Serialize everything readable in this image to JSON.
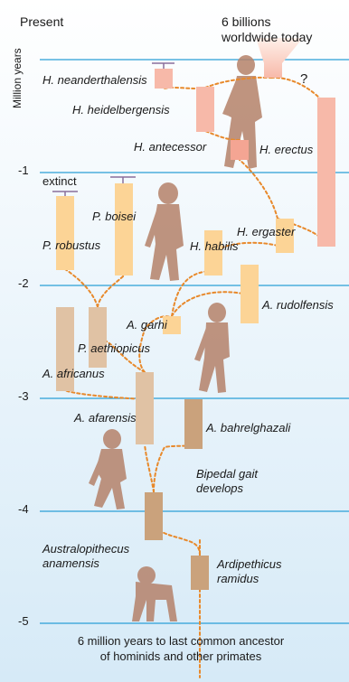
{
  "header": {
    "present_label": "Present",
    "world_pop": "6 billions worldwide today",
    "world_pop_line1": "6 billions",
    "world_pop_line2": "worldwide today",
    "question_mark": "?"
  },
  "axis": {
    "title": "Million years",
    "ticks": [
      "-1",
      "-2",
      "-3",
      "-4",
      "-5"
    ]
  },
  "species": {
    "neanderthalensis": "H. neanderthalensis",
    "heidelbergensis": "H. heidelbergensis",
    "antecessor": "H. antecessor",
    "erectus": "H. erectus",
    "ergaster": "H. ergaster",
    "habilis": "H. habilis",
    "rudolfensis": "A. rudolfensis",
    "garhi": "A. garhi",
    "robustus": "P. robustus",
    "boisei": "P. boisei",
    "aethiopicus": "P. aethiopicus",
    "africanus": "A. africanus",
    "afarensis": "A. afarensis",
    "bahrelghazali": "A. bahrelghazali",
    "anamensis_line1": "Australopithecus",
    "anamensis_line2": "anamensis",
    "ramidus_line1": "Ardipethicus",
    "ramidus_line2": "ramidus"
  },
  "notes": {
    "extinct": "extinct",
    "bipedal_line1": "Bipedal gait",
    "bipedal_line2": "develops",
    "footer_line1": "6 million years to last common ancestor",
    "footer_line2": "of hominids and other primates"
  },
  "colors": {
    "homo": "#f7b9a9",
    "homo_dark": "#f4a593",
    "paranthropus": "#fcd496",
    "australopith": "#e0c2a4",
    "early": "#caa27c",
    "branch": "#e8892b",
    "grid": "#2a9fd6",
    "figure": "#b5826a",
    "bg_top": "#ffffff",
    "bg_bottom": "#d6eaf7"
  }
}
